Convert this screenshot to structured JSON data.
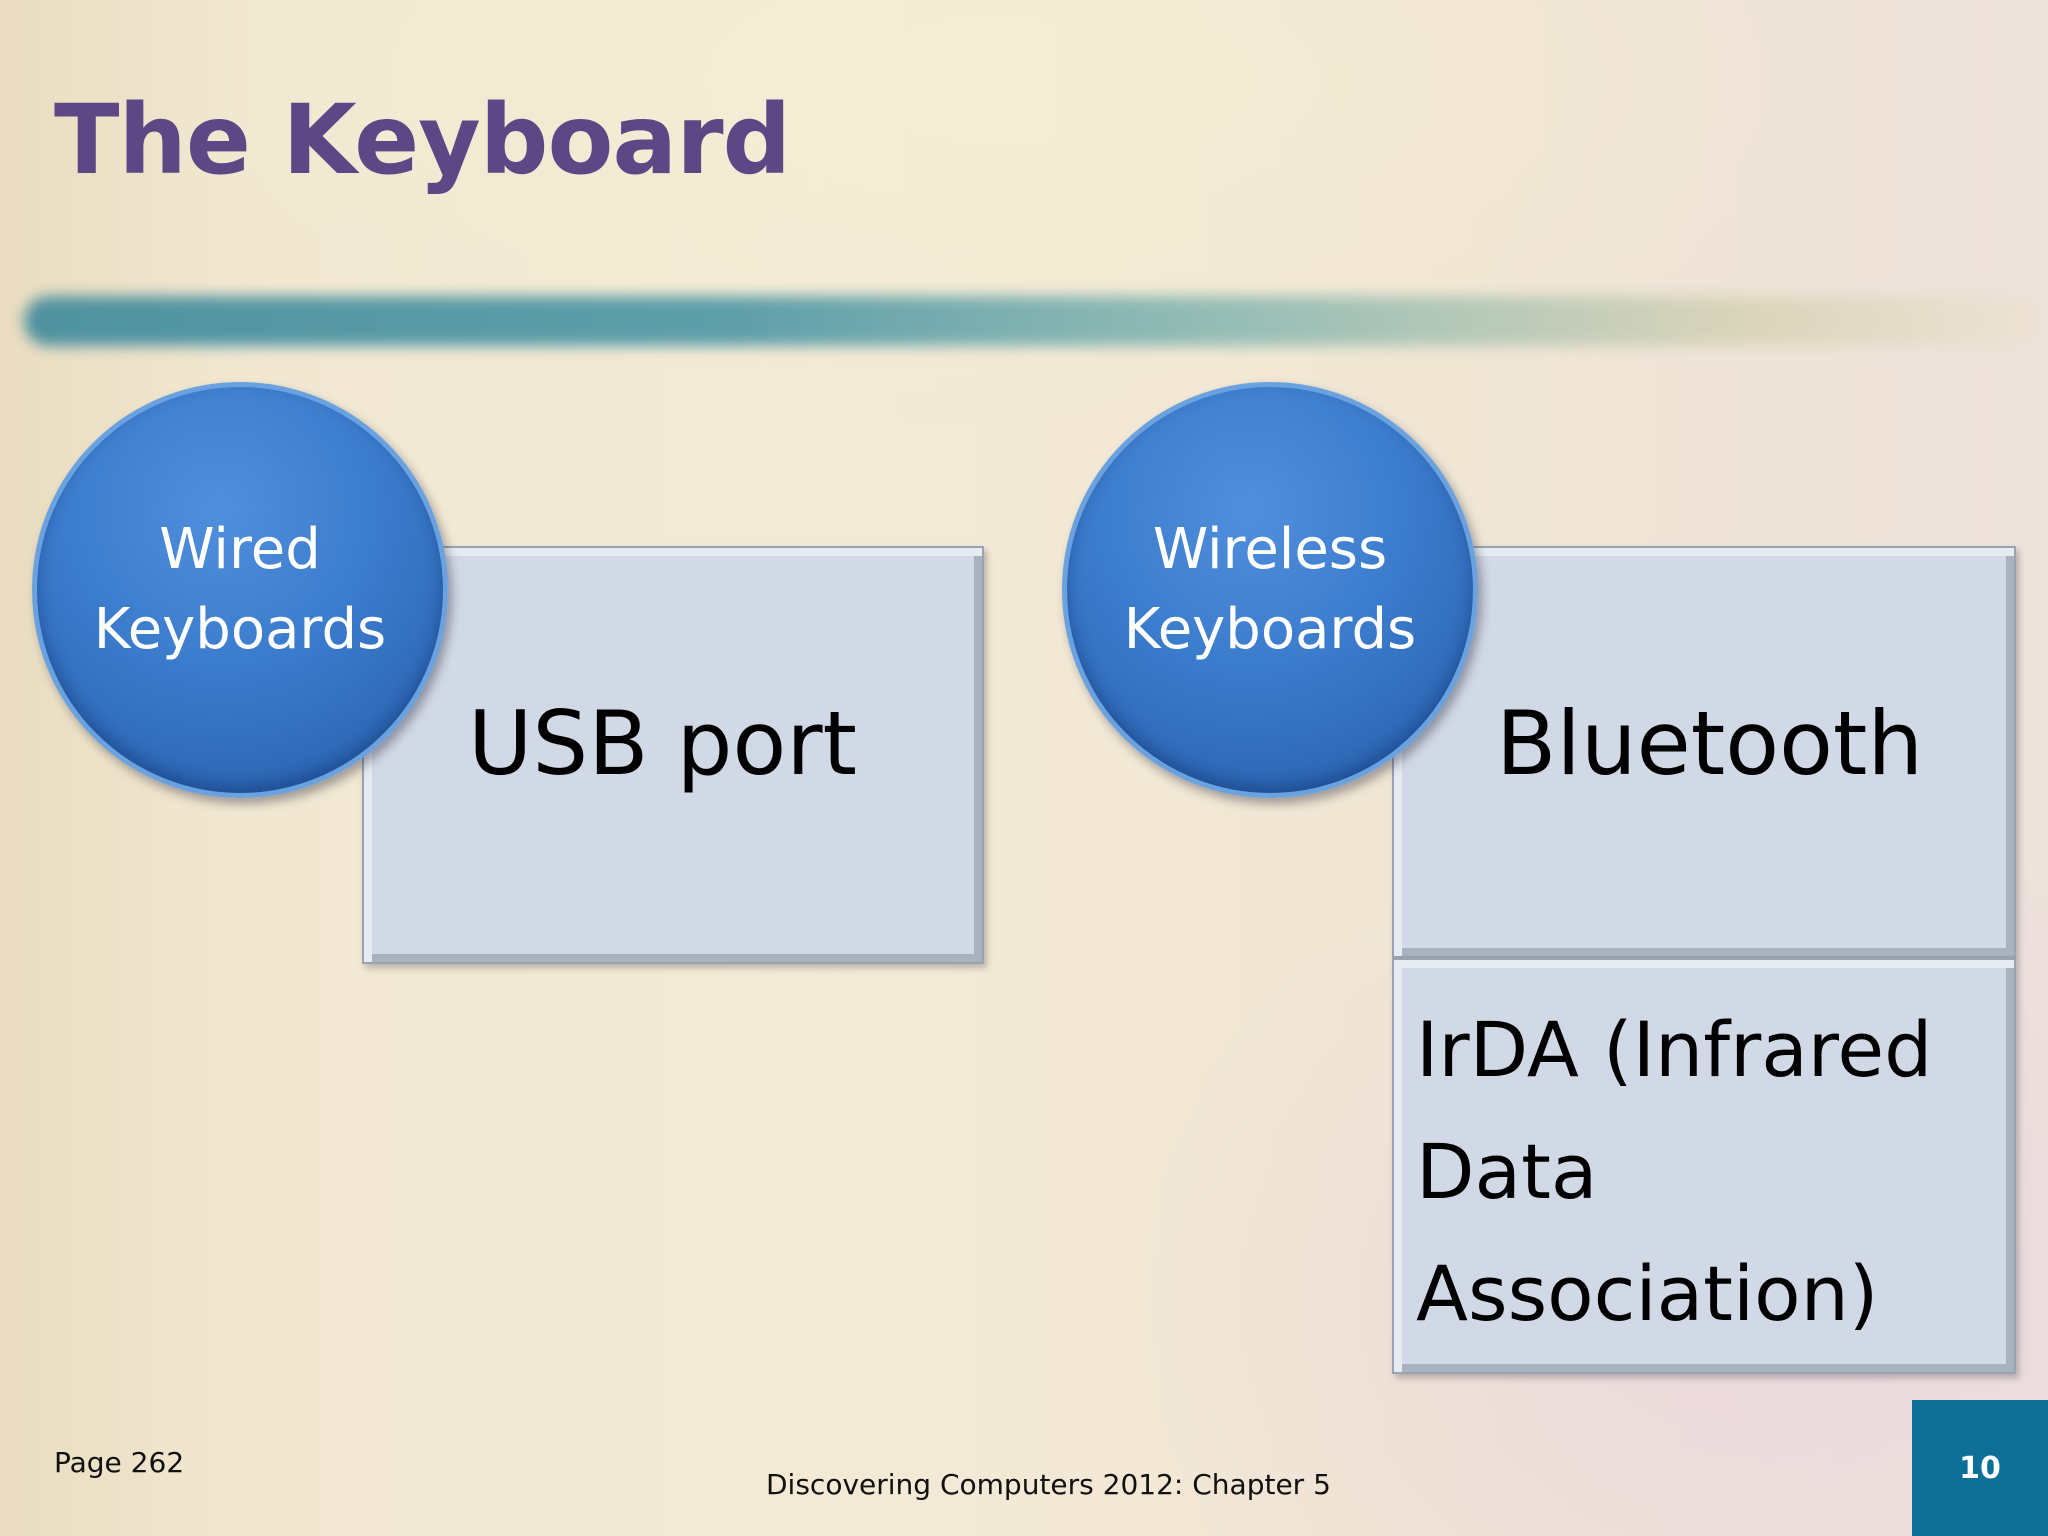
{
  "slide": {
    "title": "The Keyboard",
    "page_ref": "Page 262",
    "footer": "Discovering Computers 2012: Chapter 5",
    "page_number": "10"
  },
  "diagram": {
    "groups": [
      {
        "heading_line1": "Wired",
        "heading_line2": "Keyboards",
        "items": [
          "USB port"
        ]
      },
      {
        "heading_line1": "Wireless",
        "heading_line2": "Keyboards",
        "items": [
          "Bluetooth",
          "IrDA (Infrared",
          "Data",
          "Association)"
        ]
      }
    ]
  },
  "colors": {
    "title": "#5d4785",
    "circle_fill": "#3b7bcc",
    "box_fill": "#d1d9e6",
    "page_number_fill": "#0e6f96"
  }
}
